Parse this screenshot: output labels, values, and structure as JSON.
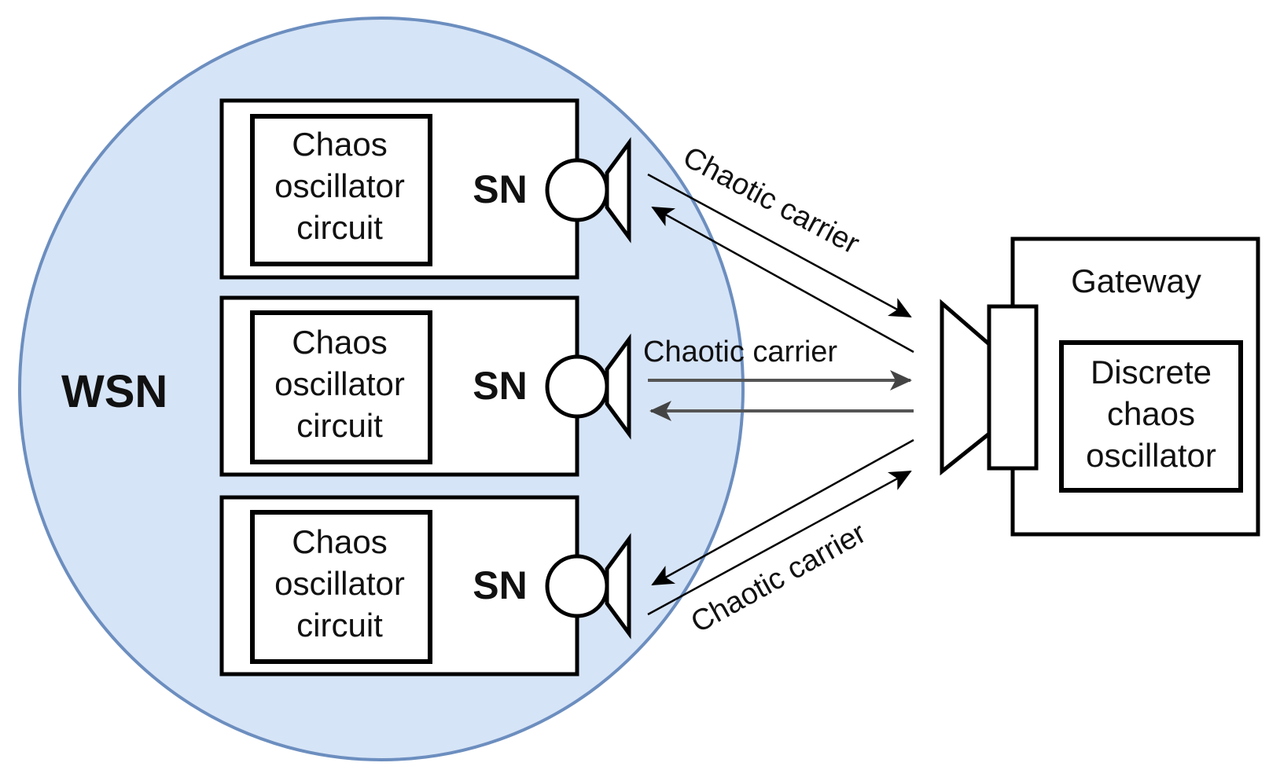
{
  "wsn_label": "WSN",
  "sensor_nodes": [
    {
      "label": "SN",
      "circuit": [
        "Chaos",
        "oscillator",
        "circuit"
      ]
    },
    {
      "label": "SN",
      "circuit": [
        "Chaos",
        "oscillator",
        "circuit"
      ]
    },
    {
      "label": "SN",
      "circuit": [
        "Chaos",
        "oscillator",
        "circuit"
      ]
    }
  ],
  "carriers": [
    "Chaotic carrier",
    "Chaotic carrier",
    "Chaotic carrier"
  ],
  "gateway": {
    "label": "Gateway",
    "oscillator": [
      "Discrete",
      "chaos",
      "oscillator"
    ]
  },
  "colors": {
    "wsn_fill": "#d6e4f7",
    "wsn_stroke": "#6c8ebf"
  }
}
